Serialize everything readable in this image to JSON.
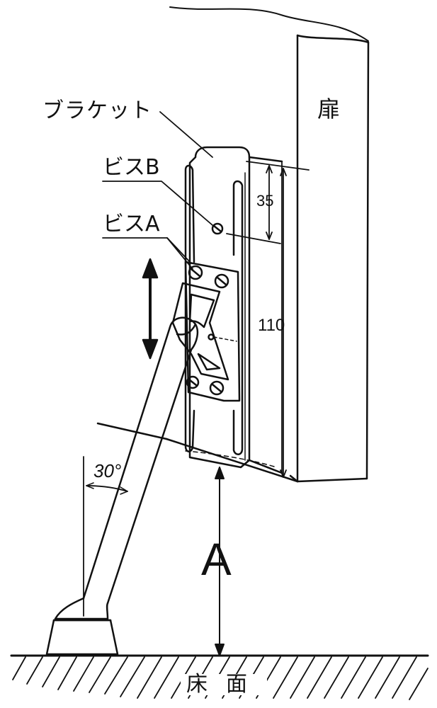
{
  "labels": {
    "bracket": "ブラケット",
    "door": "扉",
    "screw_b": "ビスB",
    "screw_a": "ビスA",
    "dim_35": "35",
    "dim_110": "110",
    "angle": "30°",
    "dim_a": "A",
    "floor": "床面"
  },
  "colors": {
    "ink": "#111111",
    "paper": "#ffffff"
  },
  "icons": {
    "height_adjust": "double-arrow-vertical-icon",
    "floor": "hatched-floor-line"
  }
}
